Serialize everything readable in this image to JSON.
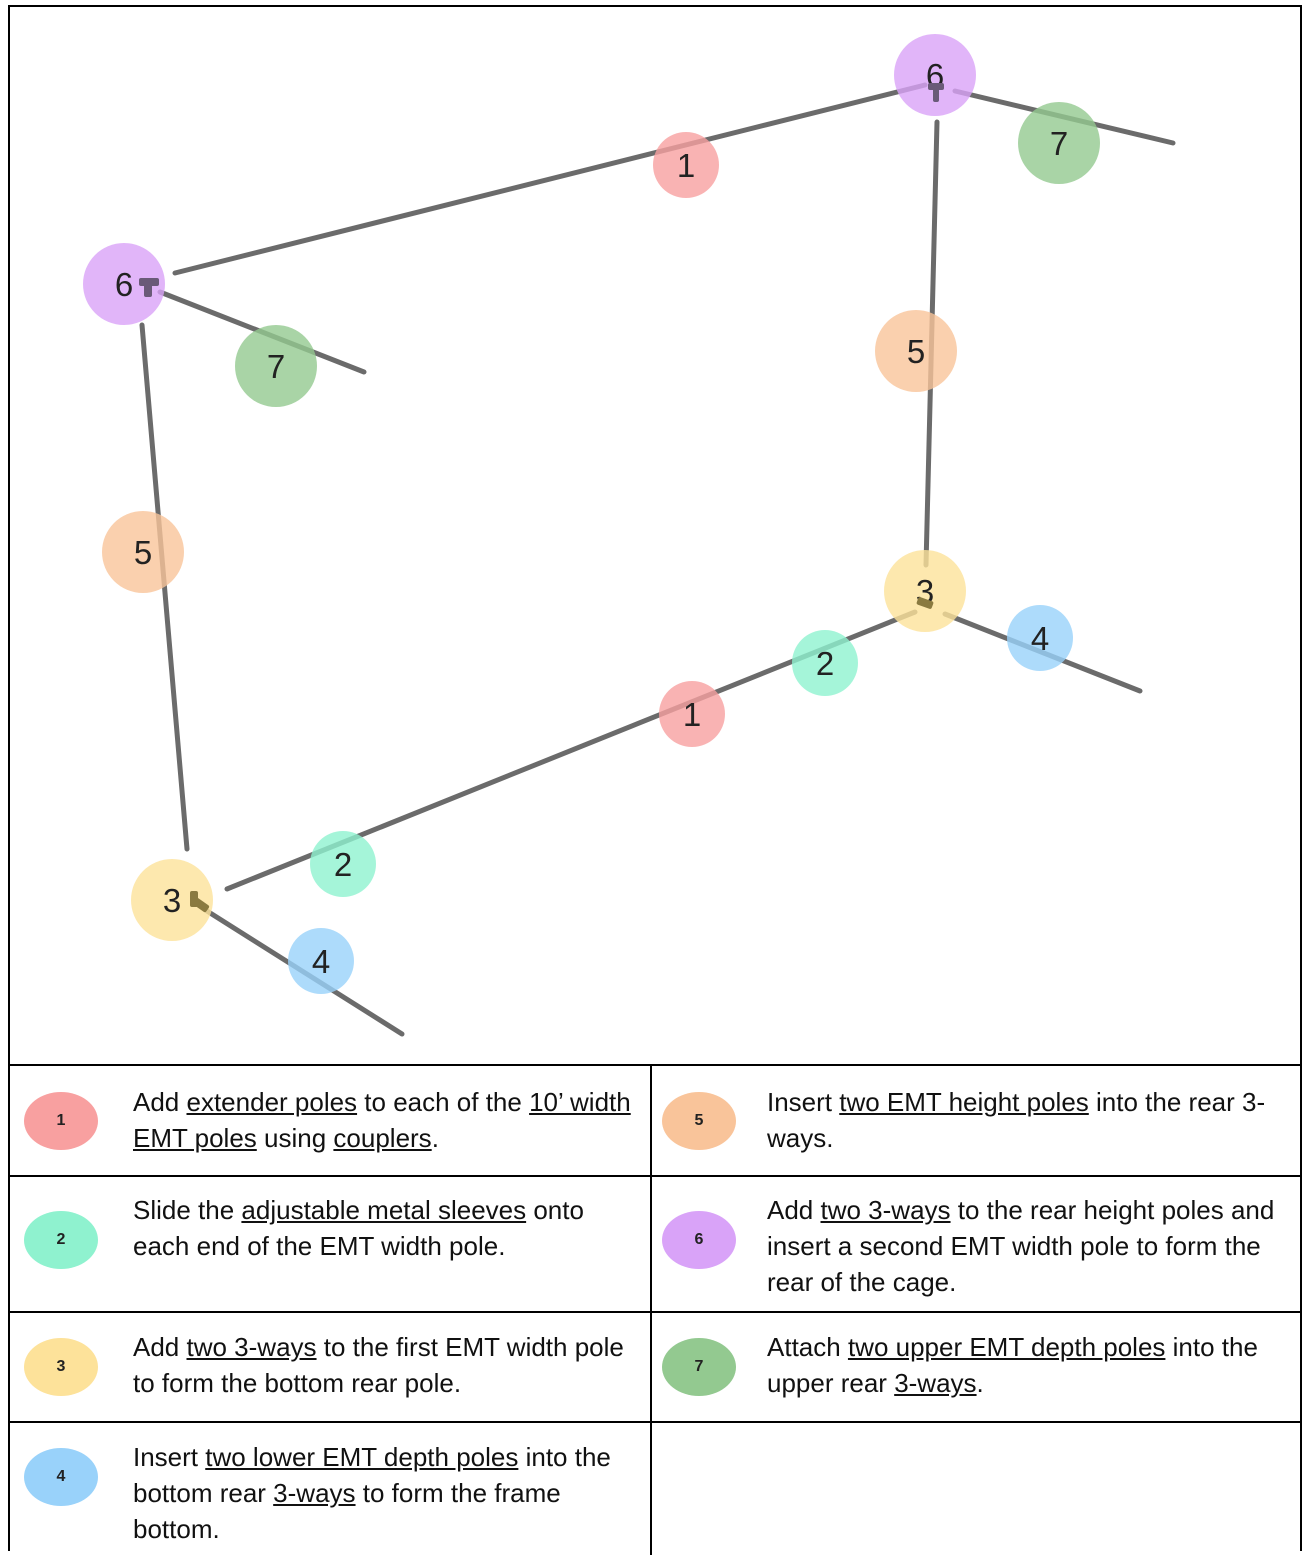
{
  "colors": {
    "1": "#f8a0a0",
    "2": "#8ff2cf",
    "3": "#fde29a",
    "4": "#99d2fa",
    "5": "#f9c49a",
    "6": "#d9a3f8",
    "7": "#93c990",
    "pole": "#6b6b6b"
  },
  "diagram": {
    "bubbles": {
      "b1_top": "1",
      "b1_bottom": "1",
      "b2_mid": "2",
      "b2_left": "2",
      "b3_right": "3",
      "b3_left": "3",
      "b4_right": "4",
      "b4_left": "4",
      "b5_right": "5",
      "b5_left": "5",
      "b6_top": "6",
      "b6_left": "6",
      "b7_right": "7",
      "b7_left": "7"
    }
  },
  "legend": {
    "steps": [
      {
        "num": "1",
        "parts": [
          {
            "t": "Add "
          },
          {
            "t": "extender poles",
            "u": true
          },
          {
            "t": " to each of the "
          },
          {
            "t": "10’ width EMT poles",
            "u": true
          },
          {
            "t": " using "
          },
          {
            "t": "couplers",
            "u": true
          },
          {
            "t": "."
          }
        ]
      },
      {
        "num": "2",
        "parts": [
          {
            "t": "Slide the "
          },
          {
            "t": "adjustable metal sleeves",
            "u": true
          },
          {
            "t": " onto each end of the EMT width pole."
          }
        ]
      },
      {
        "num": "3",
        "parts": [
          {
            "t": "Add "
          },
          {
            "t": "two 3-ways",
            "u": true
          },
          {
            "t": " to the first EMT width pole to form the bottom rear pole."
          }
        ]
      },
      {
        "num": "4",
        "parts": [
          {
            "t": "Insert "
          },
          {
            "t": "two lower EMT depth poles",
            "u": true
          },
          {
            "t": " into the bottom rear "
          },
          {
            "t": "3-ways",
            "u": true
          },
          {
            "t": " to form the frame bottom."
          }
        ]
      },
      {
        "num": "5",
        "parts": [
          {
            "t": "Insert "
          },
          {
            "t": "two EMT height poles",
            "u": true
          },
          {
            "t": " into the rear 3-ways."
          }
        ]
      },
      {
        "num": "6",
        "parts": [
          {
            "t": "Add "
          },
          {
            "t": "two 3-ways",
            "u": true
          },
          {
            "t": " to the rear height poles and insert a second EMT width pole to form the rear of the cage."
          }
        ]
      },
      {
        "num": "7",
        "parts": [
          {
            "t": "Attach "
          },
          {
            "t": "two upper EMT depth poles",
            "u": true
          },
          {
            "t": " into the upper rear "
          },
          {
            "t": "3-ways",
            "u": true
          },
          {
            "t": "."
          }
        ]
      }
    ]
  }
}
